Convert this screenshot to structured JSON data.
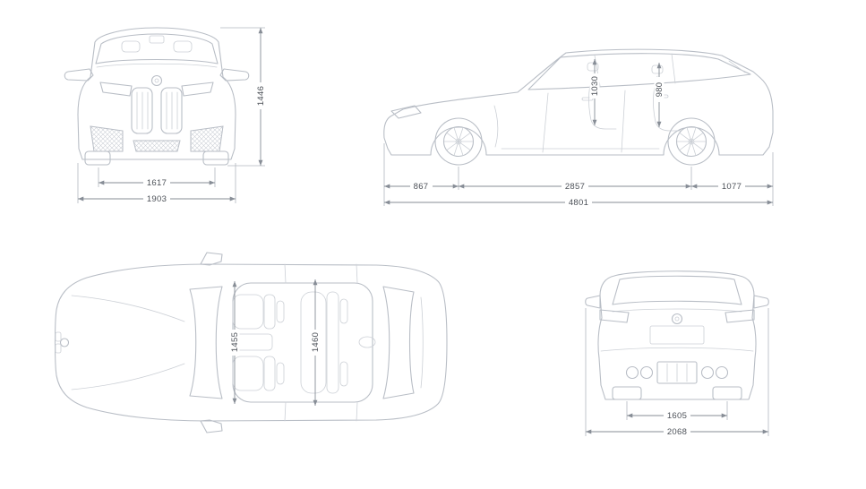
{
  "meta": {
    "background": "#ffffff",
    "car_line_color": "#b9bec6",
    "dimension_line_color": "#878d96",
    "dimension_text_color": "#4c5158"
  },
  "views": {
    "front": {
      "overall_height": "1446",
      "front_track": "1617",
      "body_width": "1903"
    },
    "side": {
      "front_interior_height": "1030",
      "rear_interior_height": "980",
      "front_overhang": "867",
      "wheelbase": "2857",
      "rear_overhang": "1077",
      "overall_length": "4801"
    },
    "top": {
      "front_interior_width": "1455",
      "rear_interior_width": "1460"
    },
    "rear": {
      "rear_track": "1605",
      "width_with_mirrors": "2068"
    }
  }
}
